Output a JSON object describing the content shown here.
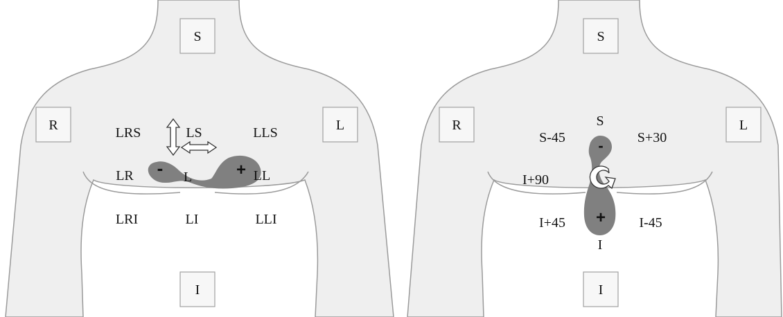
{
  "left_panel": {
    "electrodes": {
      "top": "S",
      "right_arm": "R",
      "left_arm": "L",
      "bottom": "I"
    },
    "positions": {
      "lrs": "LRS",
      "ls": "LS",
      "lls": "LLS",
      "lr": "LR",
      "l": "L",
      "ll": "LL",
      "lri": "LRI",
      "li": "LI",
      "lli": "LLI"
    },
    "dipole": {
      "negative": "-",
      "positive": "+"
    },
    "arrows": [
      "vertical-double-arrow-icon",
      "horizontal-double-arrow-icon"
    ]
  },
  "right_panel": {
    "electrodes": {
      "top": "S",
      "right_arm": "R",
      "left_arm": "L",
      "bottom": "I"
    },
    "positions": {
      "s": "S",
      "s_minus_45": "S-45",
      "s_plus_30": "S+30",
      "i_plus_90": "I+90",
      "i_plus_45": "I+45",
      "i_minus_45": "I-45",
      "i": "I"
    },
    "dipole": {
      "negative": "-",
      "positive": "+"
    },
    "arrows": [
      "rotation-arrow-icon"
    ]
  },
  "colors": {
    "background": "#ffffff",
    "torso_fill": "#efefef",
    "torso_stroke": "#9a9a9a",
    "electrode_box_fill": "#f7f7f7",
    "electrode_box_stroke": "#a0a0a0",
    "dipole_fill": "#808080",
    "text": "#111111"
  }
}
